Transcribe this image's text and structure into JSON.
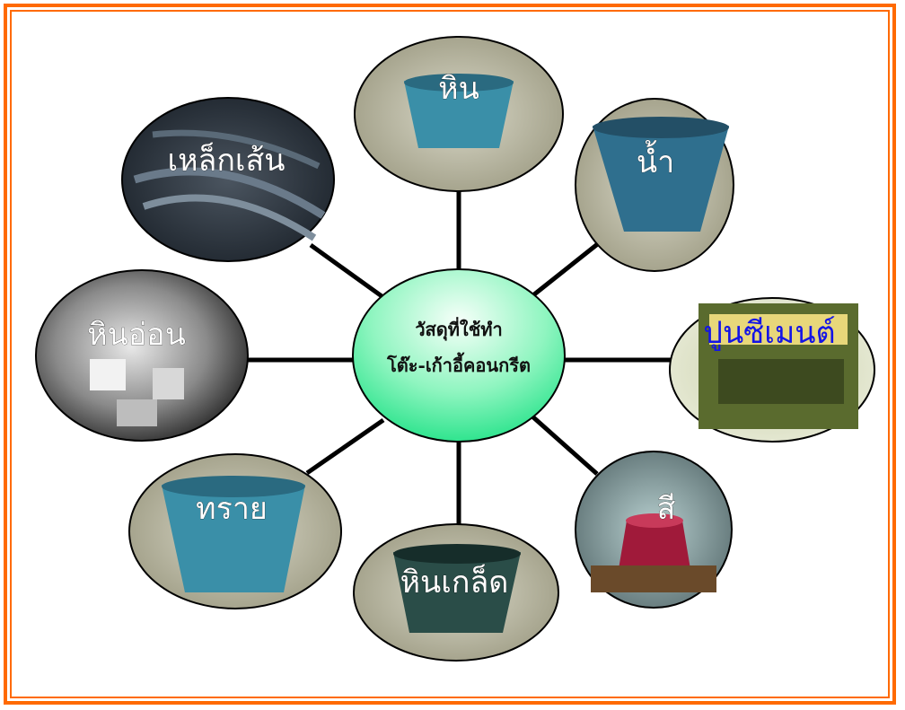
{
  "hub": {
    "line1": "วัสดุที่ใช้ทำ",
    "line2": "โต๊ะ-เก้าอี้คอนกรีต"
  },
  "nodes": [
    {
      "id": "hin",
      "label": "หิน",
      "icon": "bucket-photo"
    },
    {
      "id": "nam",
      "label": "น้ำ",
      "icon": "bucket-photo"
    },
    {
      "id": "poon-cement",
      "label": "ปูนซีเมนต์",
      "icon": "cement-sack-photo"
    },
    {
      "id": "see",
      "label": "สี",
      "icon": "paint-can-photo"
    },
    {
      "id": "hin-klet",
      "label": "หินเกล็ด",
      "icon": "bucket-photo"
    },
    {
      "id": "sai",
      "label": "ทราย",
      "icon": "bucket-photo"
    },
    {
      "id": "hin-on",
      "label": "หินอ่อน",
      "icon": "marble-photo"
    },
    {
      "id": "lek-sen",
      "label": "เหล็กเส้น",
      "icon": "steel-rebar-photo"
    }
  ],
  "colors": {
    "frame": "#ff6a00",
    "hub_top": "#f4fff8",
    "hub_bottom": "#22e68c",
    "connector": "#000000",
    "label_blue": "#1414e6"
  }
}
